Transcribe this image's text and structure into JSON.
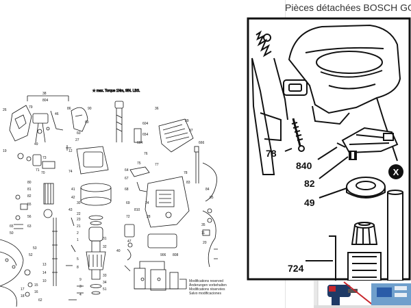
{
  "page": {
    "heading": "Pièces détachées BOSCH GO"
  },
  "left_diagram": {
    "note": "★ max. Torque 1Nm, 9IN. LBS.",
    "modifications": [
      "Modifications reserved",
      "Änderungen vorbehalten",
      "Modifications réservées",
      "Salvo modificaciones"
    ],
    "labels": [
      "38",
      "804",
      "79",
      "26",
      "86",
      "90",
      "60",
      "46",
      "49",
      "19",
      "12",
      "60",
      "27",
      "71",
      "73",
      "80",
      "81",
      "82",
      "55",
      "56",
      "63",
      "65",
      "50",
      "53",
      "70",
      "74",
      "41",
      "42",
      "43",
      "30",
      "22",
      "23",
      "21",
      "2",
      "1",
      "5",
      "8",
      "9",
      "3",
      "4",
      "13",
      "14",
      "10",
      "17",
      "18",
      "15",
      "16",
      "31",
      "32",
      "33",
      "34",
      "51",
      "52",
      "62",
      "64",
      "67",
      "68",
      "69",
      "72",
      "75",
      "76",
      "77",
      "78",
      "83",
      "84",
      "85",
      "604",
      "654",
      "664",
      "666",
      "906",
      "808",
      "810",
      "47",
      "39",
      "37",
      "36",
      "35",
      "11",
      "20",
      "24",
      "28",
      "40"
    ]
  },
  "zoom_panel": {
    "labels": {
      "p78": "78",
      "p840": "840",
      "p82": "82",
      "p49": "49",
      "p724": "724",
      "badge": "X"
    }
  },
  "colors": {
    "ad_red": "#c8262c",
    "ad_blue": "#2a5ca8"
  }
}
